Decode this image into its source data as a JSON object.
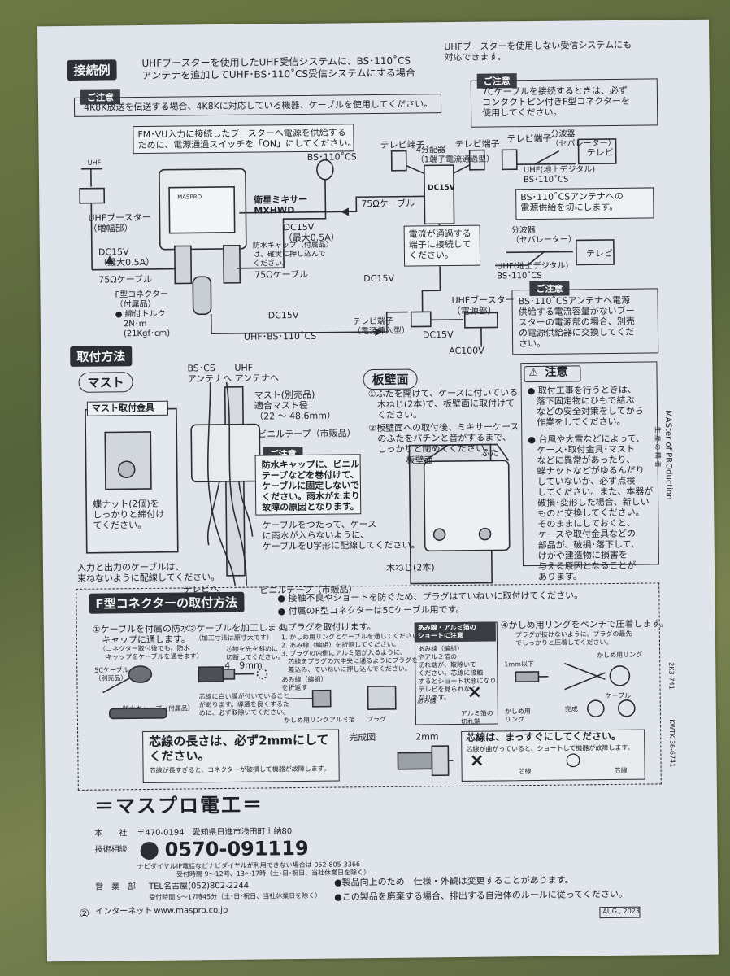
{
  "connection": {
    "header": "接続例",
    "intro": "UHFブースターを使用したUHF受信システムに、BS･110˚CS\nアンテナを追加してUHF･BS･110˚CS受信システムにする場合",
    "note_title": "ご注意",
    "note_text": "4K8K放送を伝送する場合、4K8Kに対応している機器、ケーブルを使用してください。",
    "alt_text": "UHFブースターを使用しない受信システムにも\n対応できます。",
    "alt_note_title": "ご注意",
    "alt_note_text": "7Cケーブルを接続するときは、必ず\nコンタクトピン付きF型コネクターを\n使用してください。",
    "power_callout": "FM･VU入力に接続したブースターへ電源を供給する\nために、電源通過スイッチを「ON」にしてください。",
    "uhf": "UHF",
    "bs_cs": "BS･110˚CS",
    "uhf_booster": "UHFブースター\n（増幅部）",
    "dc_booster": "DC15V\n（最大0.5A）",
    "cable_75_left": "75Ωケーブル",
    "mixer_name": "衛星ミキサー\nMXHWD",
    "mixer_brand": "MASPRO",
    "dc_mixer": "DC15V\n（最大0.5A）",
    "waterproof_cap": "防水キャップ（付属品）\nは、確実に押し込んで\nください。",
    "cable_75_mid": "75Ωケーブル",
    "cable_75_top": "75Ωケーブル",
    "f_connector": "F型コネクター\n（付属品）\n● 締付トルク\n　2N･m\n　(21Kgf･cm)",
    "dc15_bottom": "DC15V",
    "uhf_bs_cs_bottom": "UHF･BS･110˚CS",
    "tv_terminal_1": "テレビ端子",
    "splitter4": "4分配器\n（1端子電流通過型）",
    "tv_terminal_2": "テレビ端子",
    "tv_terminal_3": "テレビ端子",
    "separator_1": "分波器\n（セパレーター）",
    "tv_1": "テレビ",
    "uhf_digital_1": "UHF(地上デジタル)\nBS･110˚CS",
    "dc15_splitter": "DC15V",
    "splitter_callout": "電流が通過する\n端子に接続して\nください。",
    "antenna_power_callout": "BS･110˚CSアンテナへの\n電源供給を切にします。",
    "separator_2": "分波器\n（セパレーター）",
    "tv_2": "テレビ",
    "uhf_digital_2": "UHF(地上デジタル)\nBS･110˚CS",
    "dc15_left": "DC15V",
    "tv_terminal_power": "テレビ端子\n（電源挿入型）",
    "dc15_power": "DC15V",
    "booster_power": "UHFブースター\n（電源部）",
    "ac100": "AC100V",
    "power_note_title": "ご注意",
    "power_note_text": "BS･110˚CSアンテナへ電源\n供給する電流容量がないブー\nスターの電源部の場合、別売\nの電源供給器に交換してくだ\nさい。"
  },
  "install": {
    "header": "取付方法",
    "mast_title": "マスト",
    "mast_bracket": "マスト取付金具",
    "bscs_antenna": "BS･CS\nアンテナへ",
    "uhf_antenna": "UHF\nアンテナへ",
    "mast_spec": "マスト(別売品)\n適合マスト径\n（22 ～ 48.6mm）",
    "vinyl_tape_1": "ビニルテープ（市販品）",
    "mast_note_title": "ご注意",
    "mast_note_text": "防水キャップに、ビニル\nテープなどを巻付けて、\nケーブルに固定しないで\nください。雨水がたまり\n故障の原因となります。",
    "butterfly_nut": "蝶ナット(2個)を\nしっかりと締付け\nてください。",
    "cable_callout": "ケーブルをつたって、ケース\nに雨水が入らないように、\nケーブルをU字形に配線してください。",
    "bundle_note": "入力と出力のケーブルは、\n束ねないように配線してください。",
    "to_tv": "テレビへ",
    "vinyl_tape_2": "ビニルテープ（市販品）",
    "wall_title": "板壁面",
    "wall_step1": "①ふたを開けて、ケースに付いている\n　木ねじ(2本)で、板壁面に取付けて\n　ください。",
    "wall_step2": "②板壁面への取付後、ミキサーケース\n　のふたをパチンと音がするまで、\n　しっかりと閉めてください。",
    "wall_label": "板壁面",
    "lid_label": "ふた",
    "screw_label": "木ねじ(2本)",
    "caution_title": "注意",
    "caution_items": [
      "● 取付工事を行うときは、\n　落下固定物にひもで結ぶ\n　などの安全対策をしてから\n　作業をしてください。",
      "● 台風や大雪などによって、\n　ケース･取付金具･マスト\n　などに異常があったり、\n　蝶ナットなどがゆるんだり\n　していないか、必ず点検\n　してください。また、本器が\n　破損･変形した場合、新しい\n　ものと交換してください。\n　そのままにしておくと、\n　ケースや取付金具などの\n　部品が、破損･落下して、\n　けがや建造物に損害を\n　与える原因となることが\n　あります。"
    ]
  },
  "fconnector": {
    "header": "F型コネクターの取付方法",
    "bullets": [
      "● 接触不良やショートを防ぐため、プラグはていねいに取付けてください。",
      "● 付属のF型コネクターは5Cケーブル用です。"
    ],
    "step1": "①ケーブルを付属の防水\n　キャップに通します。",
    "step1_sub": "（コネクター取付後でも、防水\n　キャップをケーブルを通せます）",
    "step1_cable": "5Cケーブル\n（別売品）",
    "step1_cap": "防水キャップ（付属品）",
    "step2": "②ケーブルを加工します。",
    "step2_sub": "（加工寸法は原寸大です）",
    "step2_dims": "4　9mm",
    "step2_fold": "芯線を先を斜めに\n切断してください。",
    "step2_note": "芯線に白い膜が付いていること\nがあります。導通を良くするた\nめに、必ず取除いてください。",
    "step3": "③プラグを取付けます。",
    "step3_sub": "1. かしめ用リングとケーブルを通してください。\n2. あみ線（編組）を折返してください。\n3. プラグの内側にアルミ箔が入るように、\n　芯線をプラグの穴中央に通るようにプラグを\n　差込み、ていねいに押し込んでください。",
    "step3_mesh": "あみ線（編組）\nを折返す",
    "step3_ring": "かしめ用リング",
    "step3_foil": "アルミ箔",
    "step3_plug": "プラグ",
    "short_title": "あみ線・アルミ箔の\nショートに注意",
    "short_text": "あみ線（編組）\nやアルミ箔の\n切れ端が、取除いて\nください。芯線に接触\nするとショート状態になり、\nテレビを見られなく\nなります。",
    "short_mesh": "あみ線",
    "short_foil": "アルミ箔の\n切れ端",
    "step4": "④かしめ用リングをペンチで圧着します。",
    "step4_sub": "プラグが抜けないように、プラグの最先\nでしっかりと圧着してください。",
    "step4_dim": "1mm以下",
    "step4_ring": "かしめ用リング",
    "step4_cable": "ケーブル",
    "step4_done": "完成",
    "step4_ring2": "かしめ用\nリング",
    "core_main": "芯線の長さは、必ず2mmにして\nください。",
    "core_sub": "芯線が長すぎると、コネクターが破損して機器が故障します。",
    "done_label": "完成図",
    "done_dim": "2mm",
    "straight_main": "芯線は、まっすぐにしてください。",
    "straight_sub": "芯線が曲がっていると、ショートして機器が故障します。",
    "core_label_1": "芯線",
    "core_label_2": "芯線",
    "ng_mark": "×",
    "ok_mark": "○"
  },
  "company": {
    "logo": "＝マスプロ電工＝",
    "hq_label": "本　　社",
    "hq_addr": "〒470-0194　愛知県日進市浅田町上納80",
    "support_label": "技術相談",
    "phone": "0570-091119",
    "navi_label": "ナビダイヤル",
    "phone_note": "IP電話などナビダイヤルが利用できない場合は 052-805-3366\n受付時間 9～12時、13～17時（土･日･祝日、当社休業日を除く）",
    "sales_label": "営　業　部",
    "sales_tel": "TEL名古屋(052)802-2244",
    "sales_note": "受付時間 9～17時45分（土･日･祝日、当社休業日を除く）",
    "internet_label": "インターネット",
    "url": "www.maspro.co.jp",
    "page_num": "②"
  },
  "footer": {
    "line1": "●製品向上のため　仕様・外観は変更することがあります。",
    "line2": "●この製品を廃棄する場合、排出する自治体のルールに従ってください。",
    "date": "AUG., 2023",
    "code1": "KWTK|36-6741",
    "code2": "2K3-741",
    "side_brand": "MASter of PROduction",
    "side_sub": "生 産 の 精 者"
  }
}
